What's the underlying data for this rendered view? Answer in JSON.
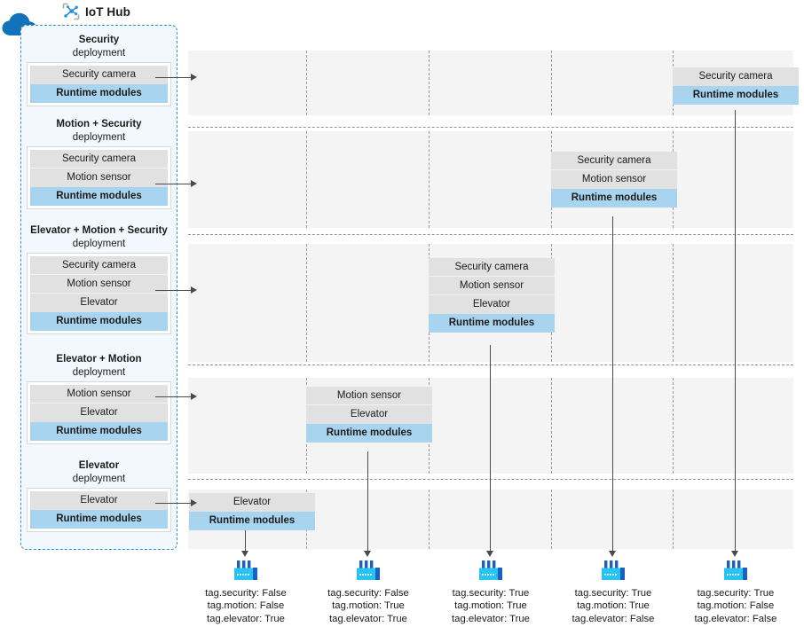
{
  "hub": {
    "title": "IoT Hub",
    "icon": "iot-hub-icon",
    "cloud_icon": "cloud-icon",
    "panel_border_color": "#2d8fd5",
    "panel_fill_color": "#f2f8fd"
  },
  "labels": {
    "deployment_suffix": "deployment",
    "runtime_modules": "Runtime modules",
    "security_camera": "Security camera",
    "motion_sensor": "Motion sensor",
    "elevator": "Elevator"
  },
  "colors": {
    "module_grey": "#e1e1e1",
    "module_blue": "#a9d4ef",
    "grid_cell": "#f4f4f4",
    "arrow": "#4a4a4a",
    "accent_blue": "#0f7ec8",
    "device_cyan": "#27c3f3"
  },
  "deployments": [
    {
      "name": "Security",
      "sub": "deployment",
      "modules": [
        "Security camera"
      ],
      "runtime": "Runtime modules"
    },
    {
      "name": "Motion + Security",
      "sub": "deployment",
      "modules": [
        "Security camera",
        "Motion sensor"
      ],
      "runtime": "Runtime modules"
    },
    {
      "name": "Elevator + Motion + Security",
      "sub": "deployment",
      "modules": [
        "Security camera",
        "Motion sensor",
        "Elevator"
      ],
      "runtime": "Runtime modules"
    },
    {
      "name": "Elevator + Motion",
      "sub": "deployment",
      "modules": [
        "Motion sensor",
        "Elevator"
      ],
      "runtime": "Runtime modules"
    },
    {
      "name": "Elevator",
      "sub": "deployment",
      "modules": [
        "Elevator"
      ],
      "runtime": "Runtime modules"
    }
  ],
  "grid_stacks": [
    {
      "row": 0,
      "column": 4,
      "modules": [
        "Security camera"
      ],
      "runtime": "Runtime modules"
    },
    {
      "row": 1,
      "column": 3,
      "modules": [
        "Security camera",
        "Motion sensor"
      ],
      "runtime": "Runtime modules"
    },
    {
      "row": 2,
      "column": 2,
      "modules": [
        "Security camera",
        "Motion sensor",
        "Elevator"
      ],
      "runtime": "Runtime modules"
    },
    {
      "row": 3,
      "column": 1,
      "modules": [
        "Motion sensor",
        "Elevator"
      ],
      "runtime": "Runtime modules"
    },
    {
      "row": 4,
      "column": 0,
      "modules": [
        "Elevator"
      ],
      "runtime": "Runtime modules"
    }
  ],
  "devices": [
    {
      "icon": "factory-icon",
      "tags": [
        "tag.security: False",
        "tag.motion: False",
        "tag.elevator: True"
      ]
    },
    {
      "icon": "factory-icon",
      "tags": [
        "tag.security: False",
        "tag.motion: True",
        "tag.elevator: True"
      ]
    },
    {
      "icon": "factory-icon",
      "tags": [
        "tag.security: True",
        "tag.motion: True",
        "tag.elevator: True"
      ]
    },
    {
      "icon": "factory-icon",
      "tags": [
        "tag.security: True",
        "tag.motion: True",
        "tag.elevator: False"
      ]
    },
    {
      "icon": "factory-icon",
      "tags": [
        "tag.security: True",
        "tag.motion: False",
        "tag.elevator: False"
      ]
    }
  ]
}
